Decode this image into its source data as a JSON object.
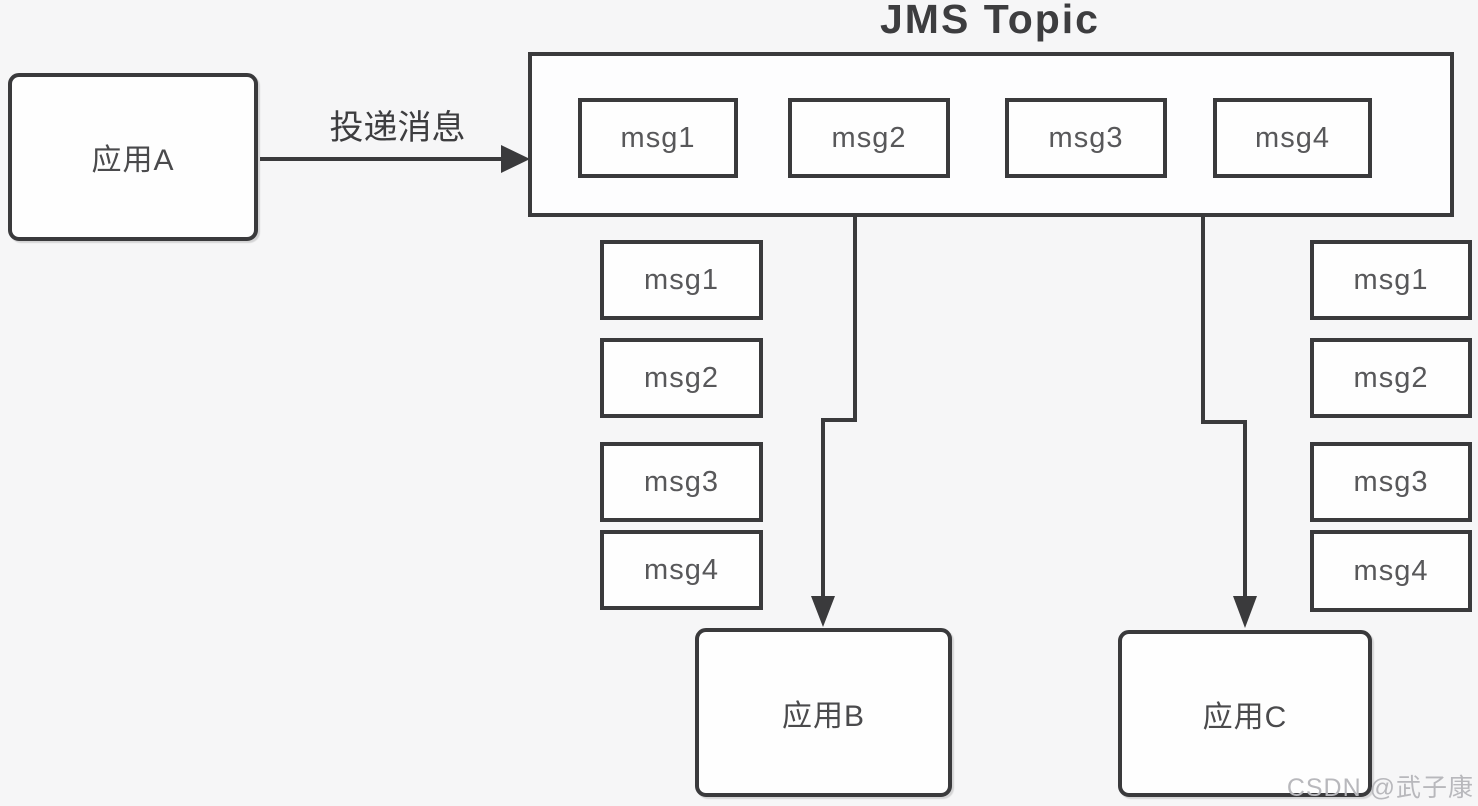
{
  "diagram": {
    "title": "JMS Topic",
    "producer_label": "应用A",
    "deliver_label": "投递消息",
    "topic_messages": [
      "msg1",
      "msg2",
      "msg3",
      "msg4"
    ],
    "left_queue_messages": [
      "msg1",
      "msg2",
      "msg3",
      "msg4"
    ],
    "right_queue_messages": [
      "msg1",
      "msg2",
      "msg3",
      "msg4"
    ],
    "consumer_b_label": "应用B",
    "consumer_c_label": "应用C",
    "watermark": "CSDN @武子康",
    "colors": {
      "background": "#f6f6f7",
      "border": "#3a3a3c",
      "box_fill": "#fefefe",
      "text": "#4a4a4c",
      "msg_text": "#58585a",
      "watermark": "#b8b8bc"
    }
  }
}
